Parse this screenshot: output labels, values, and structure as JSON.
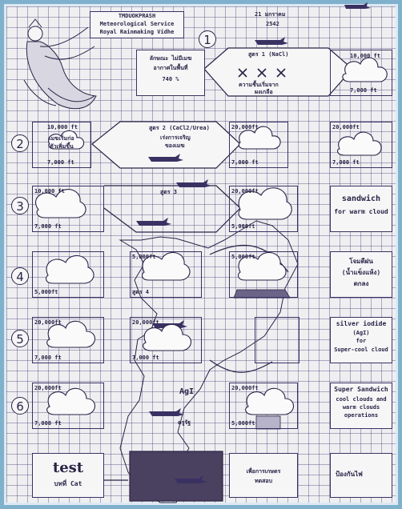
{
  "header": {
    "title_line": "TMDUOKPRASH",
    "org": "Meteorological Service",
    "dept": "Royal Rainmaking Vidhe",
    "date": "21 มกราคม",
    "year": "2542"
  },
  "steps": [
    "1",
    "2",
    "3",
    "4",
    "5",
    "6"
  ],
  "labels": {
    "alt_10000": "10,000 ft",
    "alt_7000": "7,000 ft",
    "alt_20000": "20,000ft",
    "alt_5000": "5,000ft",
    "r1_text_a": "ลักษณะ ไม่มีเมฆ",
    "r1_text_b": "อากาศในพื้นที่",
    "r1_text_c": "740 %",
    "r1_formula": "สูตร 1 (NaCl)",
    "r1_formula_note_a": "ความชื้นเริ่มจาก",
    "r1_formula_note_b": "ผงเกลือ",
    "r2_left_a": "เมฆเริ่มก่อ",
    "r2_left_b": "ตัวเพิ่มขึ้น",
    "r2_formula": "สูตร 2 (CaCl2/Urea)",
    "r2_formula_note_a": "เร่งการเจริญ",
    "r2_formula_note_b": "ของเมฆ",
    "r3_formula": "สูตร 3",
    "sandwich_a": "sandwich",
    "sandwich_b": "for warm cloud",
    "r4_formula": "สูตร 4",
    "r4_thai_a": "โจมตีฝน",
    "r4_thai_b": "(น้ำแข็งแห้ง)",
    "r4_thai_c": "ตกลง",
    "silver_a": "silver iodide",
    "silver_b": "(AgI)",
    "silver_c": "for",
    "silver_d": "Super-cool cloud",
    "agi": "AgI",
    "super_a": "Super Sandwich",
    "super_b": "cool clouds and",
    "super_c": "warm clouds",
    "super_d": "operations",
    "test_a": "test",
    "test_b": "บทที่ Cat",
    "bottom_mid_a": "เพื่อการเกษตร",
    "bottom_mid_b": "ทดสอบ",
    "bottom_right": "ป้องกันไฟ",
    "aircraft_word": "ครูรัฐ"
  },
  "colors": {
    "ink": "#2a2346",
    "grid": "#3c326e",
    "frame": "#7fb0cc",
    "paper": "#efeff1"
  }
}
